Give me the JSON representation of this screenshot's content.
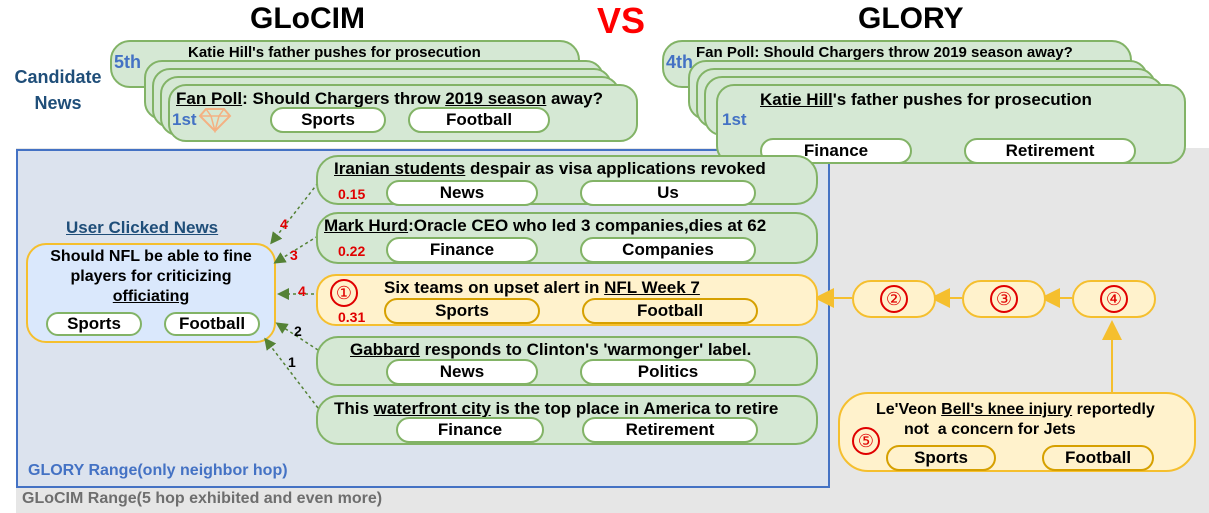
{
  "header": {
    "left_title": "GLoCIM",
    "vs": "VS",
    "right_title": "GLORY"
  },
  "candidate_label": "Candidate News",
  "glocim_candidates": {
    "top_rank": "5th",
    "top_title": "Katie Hill's father pushes for prosecution",
    "first_rank": "1st",
    "first_title_pre": "Fan Poll",
    "first_title_mid": ": Should Chargers throw ",
    "first_title_u": "2019 season",
    "first_title_post": " away?",
    "tags": [
      "Sports",
      "Football"
    ]
  },
  "glory_candidates": {
    "top_rank": "4th",
    "top_title": "Fan Poll: Should Chargers throw 2019 season away?",
    "first_rank": "1st",
    "first_title_u": "Katie Hill",
    "first_title_post": "'s father pushes for prosecution",
    "tags": [
      "Finance",
      "Retirement"
    ]
  },
  "user_clicked": {
    "label": "User Clicked News",
    "line1": "Should NFL be able to fine",
    "line2": "players for criticizing",
    "line3": "officiating",
    "tags": [
      "Sports",
      "Football"
    ]
  },
  "neighbors": [
    {
      "pre": "",
      "u": "Iranian students",
      "post": " despair as visa applications revoked",
      "score": "0.15",
      "edge": "4",
      "tags": [
        "News",
        "Us"
      ]
    },
    {
      "pre": "",
      "u": "Mark Hurd",
      "post": ":Oracle CEO who led 3 companies,dies at 62",
      "score": "0.22",
      "edge": "3",
      "tags": [
        "Finance",
        "Companies"
      ]
    },
    {
      "pre": "Six teams on upset alert in ",
      "u": "NFL Week 7",
      "post": "",
      "score": "0.31",
      "edge": "4",
      "circle": "①",
      "tags": [
        "Sports",
        "Football"
      ]
    },
    {
      "pre": "",
      "u": "Gabbard",
      "post": " responds to Clinton's 'warmonger' label.",
      "score": "",
      "edge": "2",
      "tags": [
        "News",
        "Politics"
      ]
    },
    {
      "pre": "This ",
      "u": "waterfront city",
      "post": " is the top place in America to retire",
      "score": "",
      "edge": "1",
      "tags": [
        "Finance",
        "Retirement"
      ]
    }
  ],
  "hops": [
    "②",
    "③",
    "④"
  ],
  "far_news": {
    "circle": "⑤",
    "line1_pre": "Le'Veon ",
    "line1_u": "Bell's knee injury",
    "line1_post": " reportedly",
    "line2": "not  a concern for Jets",
    "tags": [
      "Sports",
      "Football"
    ]
  },
  "glory_range": "GLORY Range(only neighbor hop)",
  "glocim_range": "GLoCIM Range(5 hop exhibited and even more)",
  "colors": {
    "green_fill": "#d5e8d4",
    "green_border": "#82b366",
    "yellow_fill": "#fff2cc",
    "yellow_border": "#f5bf2e",
    "blue_fill": "#dae8fc",
    "range_blue": "#4472c4",
    "gray_bg": "#e6e6e6",
    "red": "#ff0000"
  }
}
